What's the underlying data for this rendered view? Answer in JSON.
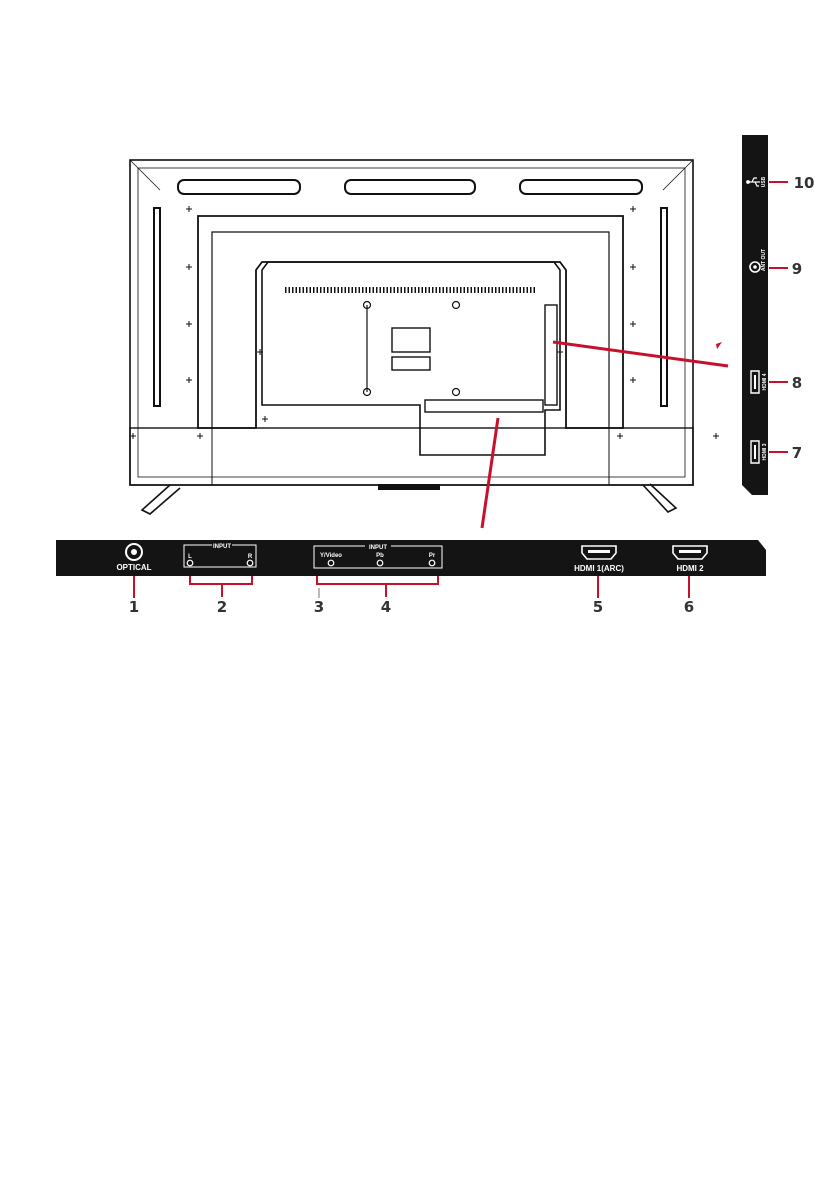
{
  "colors": {
    "outline": "#111111",
    "panel": "#141414",
    "leader_red": "#c8102e",
    "callout_text": "#333333"
  },
  "bottom_panel": {
    "optical_label": "OPTICAL",
    "audio_input_label": "INPUT",
    "audio_left": "L",
    "audio_right": "R",
    "component_input_label": "INPUT",
    "component_y_video": "Y/Video",
    "component_pb": "Pb",
    "component_pr": "Pr",
    "hdmi1_label": "HDMI 1(ARC)",
    "hdmi2_label": "HDMI 2"
  },
  "side_panel": {
    "usb_label": "USB",
    "usb_icon": "usb-trident-icon",
    "headphone_label": "ANT OUT",
    "hdmi4_label": "HDMI 4",
    "hdmi3_label": "HDMI 3"
  },
  "callouts": {
    "c1": "1",
    "c2": "2",
    "c3": "3",
    "c4": "4",
    "c5": "5",
    "c6": "6",
    "c7": "7",
    "c8": "8",
    "c9": "9",
    "c10": "10"
  }
}
